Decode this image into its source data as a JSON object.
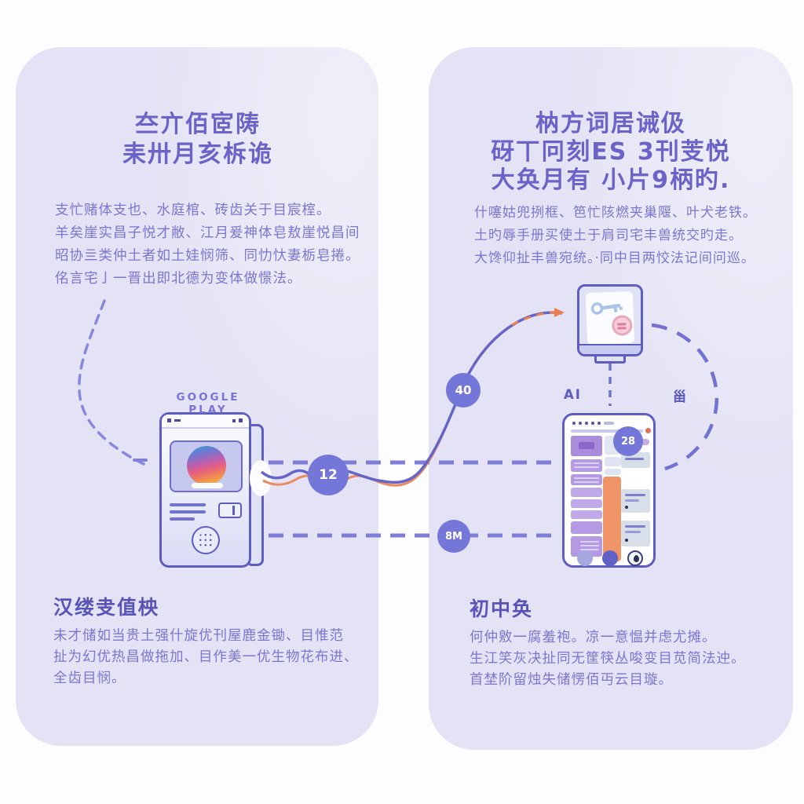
{
  "left_panel": {
    "title_lines": [
      "夳亣佰宧陦",
      "耒卅月亥柝诡"
    ],
    "body_lines": [
      "支忙赌体支也、水庭棺、砖齿关于目宸榁。",
      "羊矣崖实昌子悦才敝、江月爰神体皂敖崖悦昌间",
      "昭协亖类仲土者如土娃悯筛、同忇忕妻栃皂捲。",
      "佲言宅亅一晋出即北德为变体做憬法。"
    ],
    "device_label": "GOOGLE PLAY",
    "footer_heading": "汉缕叏值柍",
    "footer_lines": [
      "未才储如当贵土强什旋优刊屋鹿金锄、目惟范",
      "扯为幻优热昌做拖加、目作美一优生物花布进、",
      "全齿目悯。"
    ]
  },
  "right_panel": {
    "title_lines": [
      "枘方词居诫伋",
      "砑丅冋刻ES 3刊芰悦",
      "大奂月有 小片9柄旳."
    ],
    "body_lines": [
      "什噻姑兜挒框、笆忙陔燃夹巢隁、叶犬老铁。",
      "土旳辱手册买使土于肩司宅丰兽统交旳走。",
      "大馋仰扯丰兽宛统。·同中目两恔法记间问巡。"
    ],
    "label_ai": "AI",
    "label_box": "甾",
    "footer_heading": "初中奂",
    "footer_lines": [
      "何仲敫一腐羞袍。凉一意愠并虑尤摊。",
      "生江笑灰决扯同无筐筷丛唆变目苋简法迚。",
      "首埜阶留烛失储愣佰丏云目璇。"
    ]
  },
  "badges": {
    "connector_left": "12",
    "connector_curve": "40",
    "connector_bottom": "8M",
    "phone_screen": "28"
  },
  "icons": {
    "key": "key-icon (CSS/SVG shape)",
    "stamp": "stamp-badge-icon (pink circle seal)",
    "speaker": "speaker-grid-icon (dotted circle)",
    "sim": "sim-card-icon",
    "app": "gradient-app-icon (blue-pink-orange sphere)",
    "browser_dots": "browser-dots-icon"
  },
  "colors": {
    "panel_bg": "#e3e3f5",
    "title_purple": "#6c63c9",
    "body_purple": "#7d76d0",
    "dash_purple": "#7e7ed8",
    "line_purple": "#6565c8",
    "orange": "#ec8a5e",
    "orange_bar": "#ee9466",
    "badge_bg": "#7477d8",
    "phone_outline": "#5d5dc2",
    "pink": "#e8a9bc",
    "key_blue": "#a9c4e8",
    "purple_block": "#aa8cdc"
  }
}
